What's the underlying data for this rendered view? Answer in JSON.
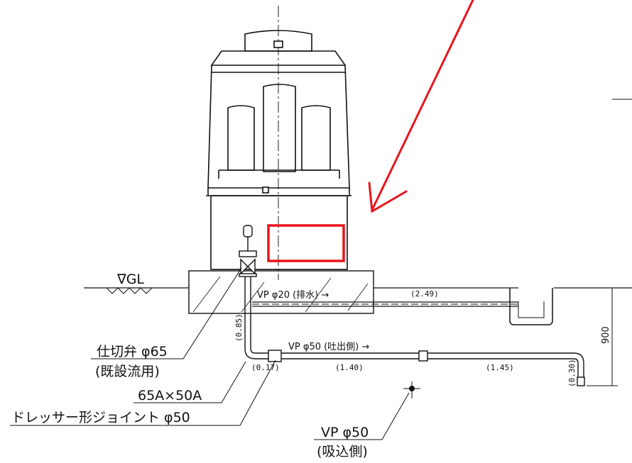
{
  "labels": {
    "gl": "∇GL",
    "drain_pipe": "VP φ20 (排水) →",
    "discharge_pipe": "VP φ50 (吐出側) →",
    "gate_valve_line1": "仕切弁 φ65",
    "gate_valve_line2": "(既設流用)",
    "reducer": "65A×50A",
    "dresser_joint": "ドレッサー形ジョイント φ50",
    "suction_line1": "VP φ50",
    "suction_line2": "(吸込側)"
  },
  "dimensions": {
    "d_249": "(2.49)",
    "d_085": "(0.85)",
    "d_017": "(0.17)",
    "d_140": "(1.40)",
    "d_145": "(1.45)",
    "d_030": "(0.30)",
    "d_900": "900"
  },
  "annotation": {
    "color": "#e8141c"
  }
}
